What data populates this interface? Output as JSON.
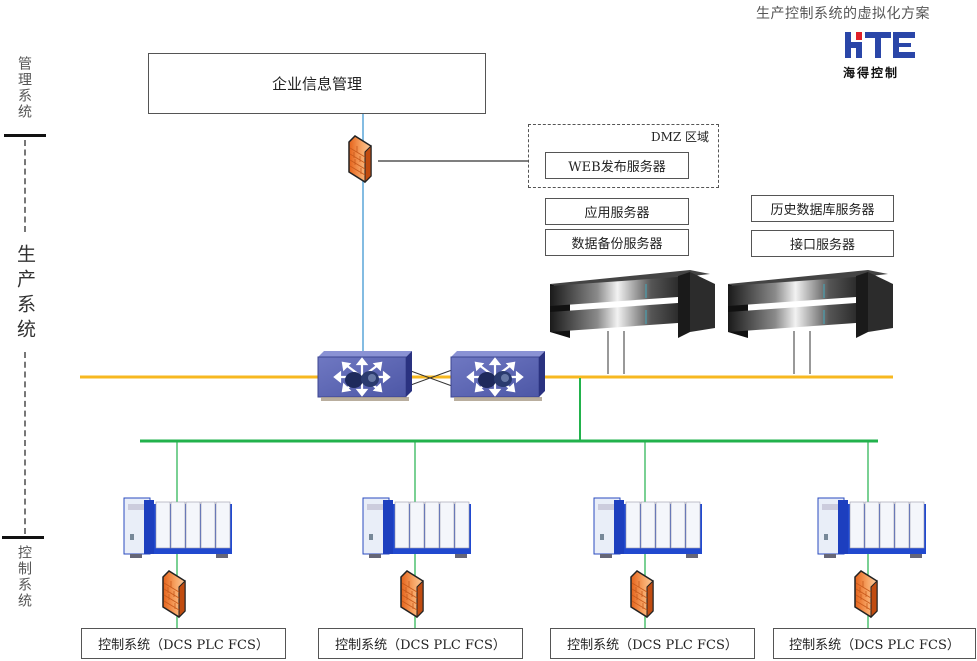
{
  "header": {
    "title": "生产控制系统的虚拟化方案",
    "logo": {
      "mark": "HTE",
      "company": "海得控制",
      "brand_color": "#2a46a8",
      "accent_color": "#e0202a"
    }
  },
  "zones": {
    "management": "管理系统",
    "production": "生产系统",
    "control": "控制系统"
  },
  "enterprise": {
    "label": "企业信息管理"
  },
  "dmz": {
    "label": "DMZ 区域",
    "server": "WEB发布服务器"
  },
  "server_groups": [
    {
      "labels": [
        "应用服务器",
        "数据备份服务器"
      ]
    },
    {
      "labels": [
        "历史数据库服务器",
        "接口服务器"
      ]
    }
  ],
  "network": {
    "core_switches": 2,
    "ring_color": "#f7b820",
    "control_bus_color": "#22b24c",
    "uplink_color": "#5aa6d8"
  },
  "control_nodes": [
    {
      "label": "控制系统（DCS PLC FCS）"
    },
    {
      "label": "控制系统（DCS PLC FCS）"
    },
    {
      "label": "控制系统（DCS PLC FCS）"
    },
    {
      "label": "控制系统（DCS PLC FCS）"
    }
  ]
}
